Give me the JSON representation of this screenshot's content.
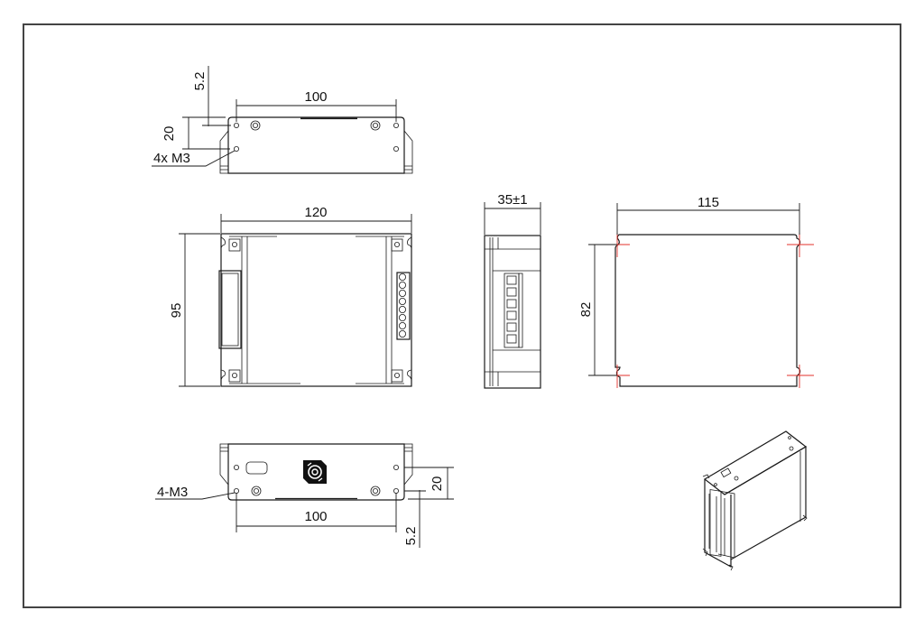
{
  "drawing": {
    "frame_color": "#444444",
    "line_color": "#1a1a1a",
    "centerline_color": "#e3322b",
    "top_view": {
      "width_dim": "100",
      "height_dim": "20",
      "offset_dim": "5.2",
      "hole_note": "4x M3"
    },
    "plan_view": {
      "width_dim": "120",
      "height_dim": "95",
      "terminal_count": 8
    },
    "side_view": {
      "width_dim": "35±1"
    },
    "mounting_view": {
      "width_dim": "115",
      "height_dim": "82"
    },
    "bottom_view": {
      "width_dim": "100",
      "height_dim": "20",
      "offset_dim": "5.2",
      "hole_note": "4-M3"
    },
    "isometric_view": {
      "label": ""
    }
  }
}
